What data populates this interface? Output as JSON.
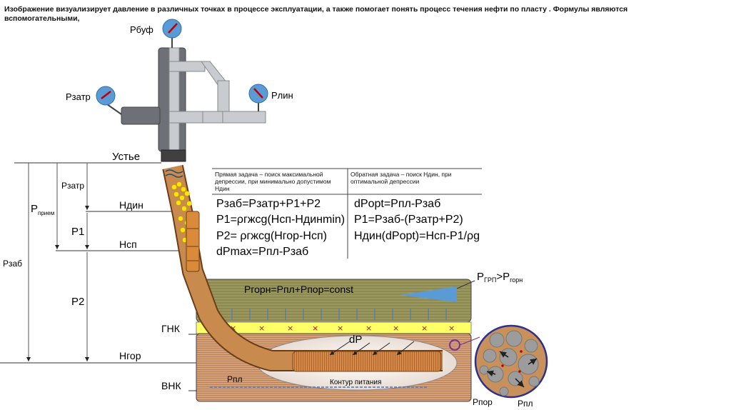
{
  "caption": "Изображение визуализирует давление в различных точках в процессе эксплуатации, а также помогает понять процесс течения нефти по пласту . Формулы являются вспомогательными,",
  "gauges": {
    "buffer": "Рбуф",
    "annulus": "Рзатр",
    "line": "Рлин"
  },
  "labels": {
    "wellhead": "Устье",
    "h_dyn": "Ндин",
    "h_pump": "Нсп",
    "p_annulus_left": "Рзатр",
    "p_intake": "Р",
    "p_intake_sub": "прием",
    "p_bottom": "Рзаб",
    "p1": "Р1",
    "p2": "Р2",
    "gnk": "ГНК",
    "h_top": "Нгор",
    "vnk": "ВНК",
    "p_res": "Рпл",
    "feed_contour": "Контур питания",
    "dp": "dP",
    "p_rock_eq": "Pгорн=Рпл+Рпор=const",
    "p_frac": "Р",
    "p_frac_sub": "ГРП",
    "p_frac_rest": ">Р",
    "p_frac_sub2": "горн",
    "p_pore": "Рпор",
    "p_res_pore": "Рпл"
  },
  "table": {
    "direct_header": "Прямая задача – поиск максимальной депрессии, при минимально допустимом Ндин",
    "inverse_header": "Обратная задача – поиск Ндин, при оптимальной депрессии",
    "direct": [
      "Рзаб=Рзатр+Р1+Р2",
      "Р1=ρгжсg(Нсп-Ндинmin)",
      "Р2= ρгжсg(Нгор-Нсп)",
      "dPmax=Рпл-Рзаб"
    ],
    "inverse": [
      "dPopt=Рпл-Рзаб",
      "Р1=Рзаб-(Рзатр+Р2)",
      "Ндин(dPopt)=Нсп-Р1/ρg"
    ]
  },
  "colors": {
    "gauge": "#5b9bd5",
    "needle": "#c00000",
    "wellhead_metal": "#c8cbd0",
    "dark_metal": "#6d7077",
    "tubing": "#c98a4e",
    "rock_layer": "#8c8a52",
    "gas_layer": "#ffff66",
    "oil_layer": "#d2a07a"
  }
}
